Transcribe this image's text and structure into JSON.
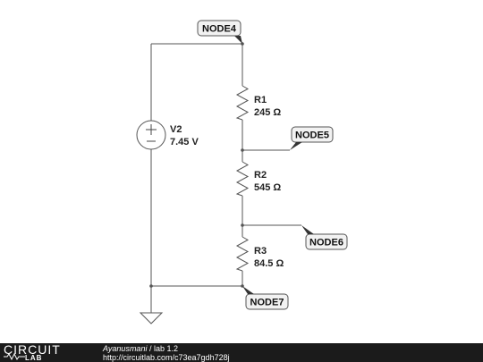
{
  "schematic": {
    "source": {
      "name": "V2",
      "value": "7.45 V"
    },
    "resistors": [
      {
        "name": "R1",
        "value": "245 Ω"
      },
      {
        "name": "R2",
        "value": "545 Ω"
      },
      {
        "name": "R3",
        "value": "84.5 Ω"
      }
    ],
    "nodes": [
      "NODE4",
      "NODE5",
      "NODE6",
      "NODE7"
    ]
  },
  "footer": {
    "logo_top": "CIRCUIT",
    "logo_bottom": "LAB",
    "user": "Ayanusmani",
    "separator": " / ",
    "project": "lab 1.2",
    "url": "http://circuitlab.com/c73ea7gdh728j"
  }
}
